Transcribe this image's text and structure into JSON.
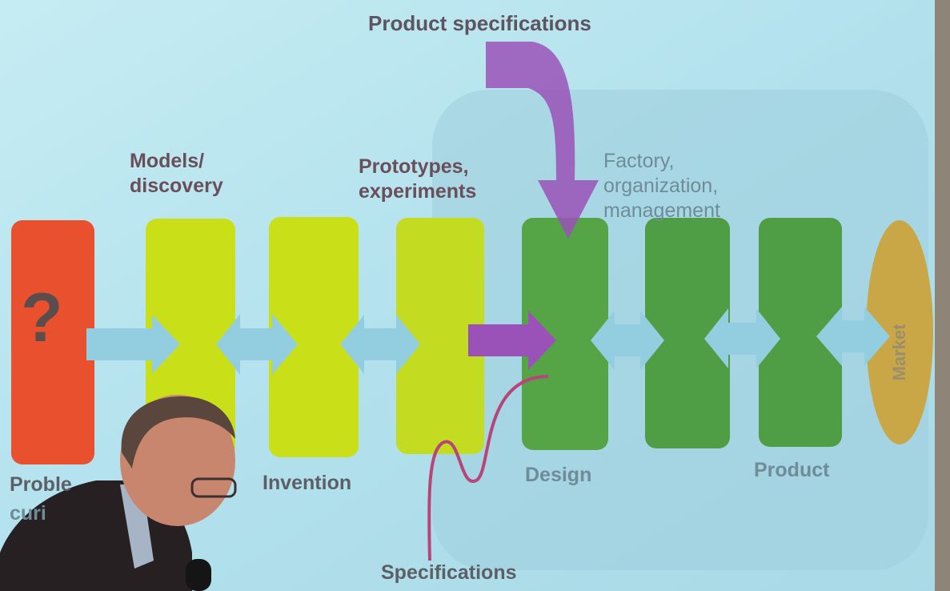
{
  "diagram": {
    "top_label": "Product specifications",
    "labels": {
      "models": "Models/\ndiscovery",
      "prototypes": "Prototypes,\nexperiments",
      "factory": "Factory,\norganization,\nmanagement",
      "problem": "Proble",
      "curiosity": "curi",
      "invention": "Invention",
      "design": "Design",
      "product": "Product",
      "specifications": "Specifications",
      "market": "Market",
      "question": "?"
    }
  },
  "colors": {
    "screen": "#b6e3ee",
    "problem_box": "#e8502e",
    "yellow_box": "#c9e018",
    "green_box": "#4fa145",
    "market_oval": "#c9a646",
    "arrow": "#93cde0",
    "purple_arrow": "#9a52b8",
    "specs_curve": "#b8457a"
  }
}
